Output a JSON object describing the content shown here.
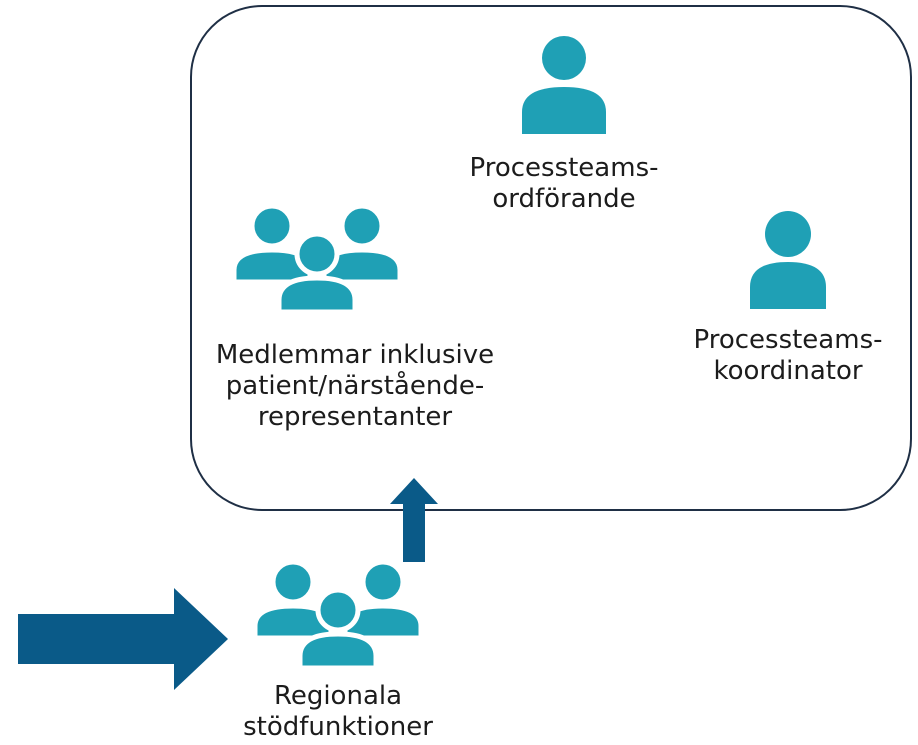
{
  "colors": {
    "icon": "#1fa0b5",
    "arrow": "#0a5a88",
    "frame_border": "#1f2f45",
    "text": "#1c1c1c"
  },
  "roles": {
    "chair": {
      "icon": "person-icon",
      "line1": "Processteams-",
      "line2": "ordförande"
    },
    "coordinator": {
      "icon": "person-icon",
      "line1": "Processteams-",
      "line2": "koordinator"
    },
    "members": {
      "icon": "group-icon",
      "line1": "Medlemmar inklusive",
      "line2": "patient/närstående-",
      "line3": "representanter"
    },
    "regional": {
      "icon": "group-icon",
      "line1": "Regionala",
      "line2": "stödfunktioner"
    }
  },
  "arrows": {
    "into_regional": "arrow-right-icon",
    "regional_to_team": "arrow-up-icon"
  }
}
